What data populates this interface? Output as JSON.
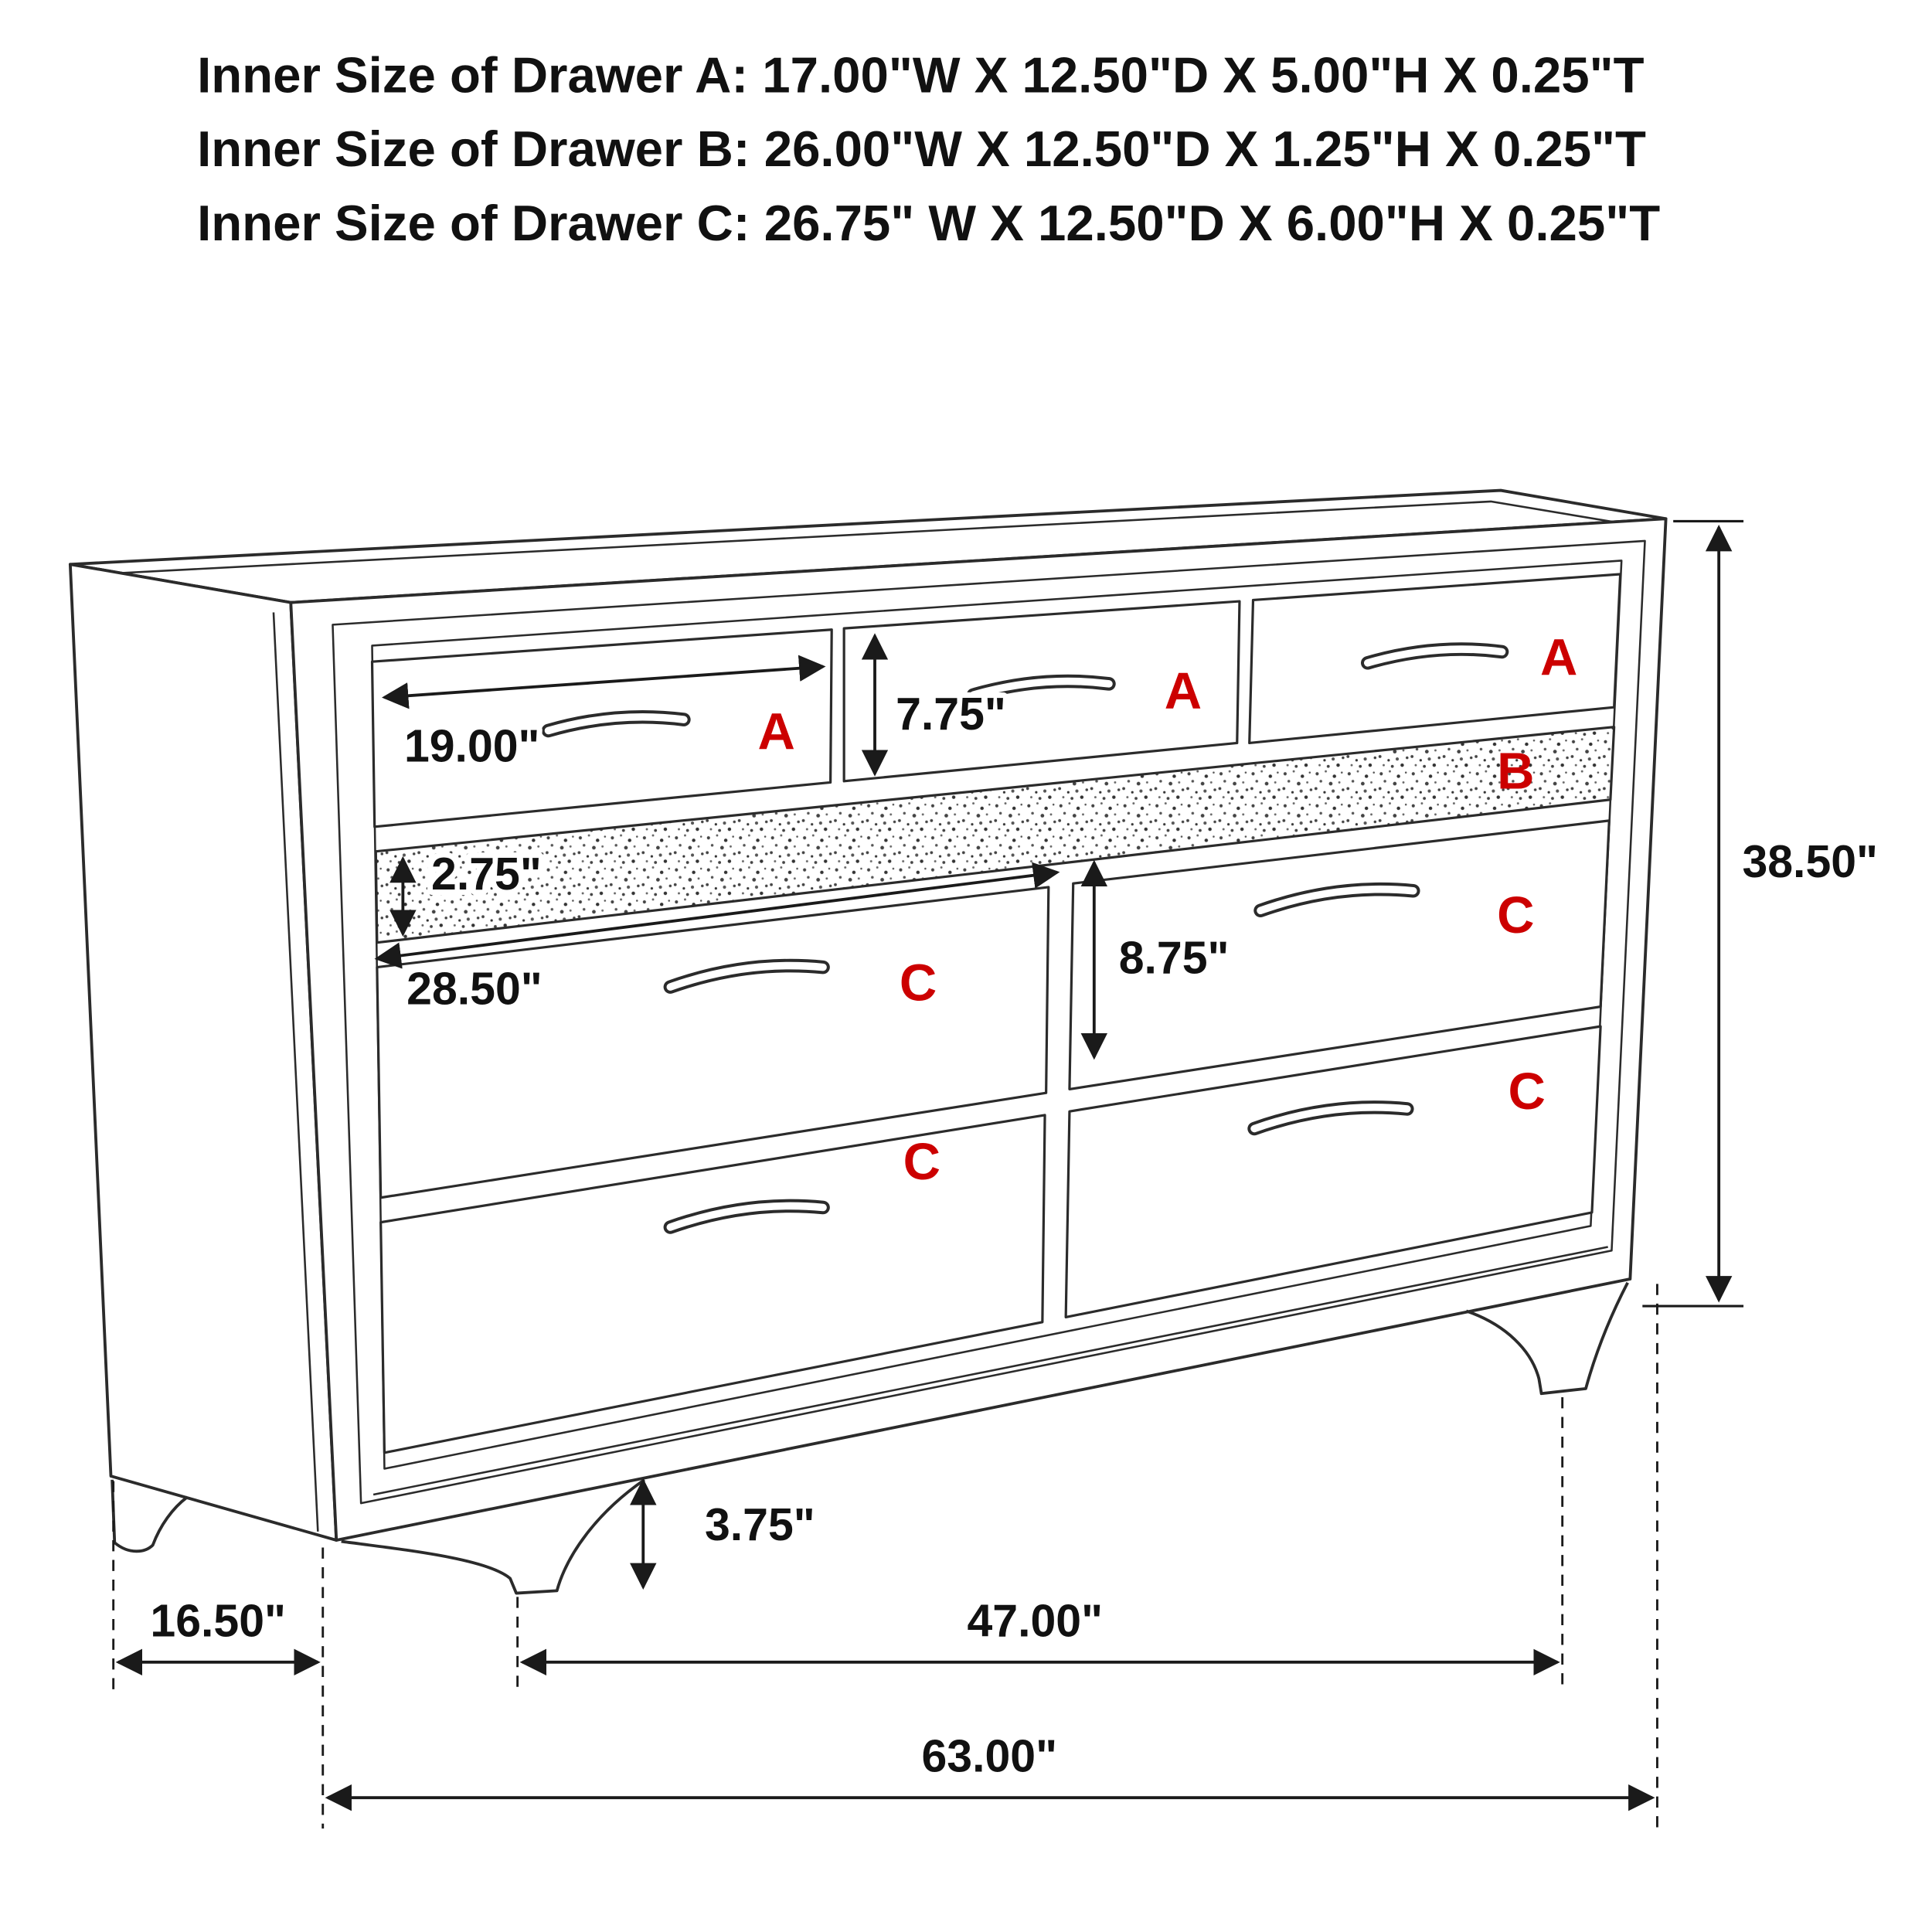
{
  "header": {
    "lines": [
      "Inner Size of Drawer A: 17.00\"W X 12.50\"D X 5.00\"H X 0.25\"T",
      "Inner Size of Drawer B: 26.00\"W X 12.50\"D X 1.25\"H X 0.25\"T",
      "Inner Size of Drawer C: 26.75\" W X 12.50\"D X 6.00\"H X 0.25\"T"
    ]
  },
  "labels": {
    "drawer_a": "A",
    "drawer_b": "B",
    "drawer_c": "C"
  },
  "dimensions": {
    "drawer_a_width": "19.00\"",
    "drawer_a_height": "7.75\"",
    "drawer_b_height": "2.75\"",
    "drawer_c_width": "28.50\"",
    "drawer_c_height": "8.75\"",
    "overall_height": "38.50\"",
    "foot_height": "3.75\"",
    "overall_depth": "16.50\"",
    "foot_span": "47.00\"",
    "overall_width": "63.00\""
  },
  "colors": {
    "drawer_label": "#cc0000",
    "line": "#2b2b2b",
    "dimension_text": "#111111",
    "background": "#ffffff"
  }
}
